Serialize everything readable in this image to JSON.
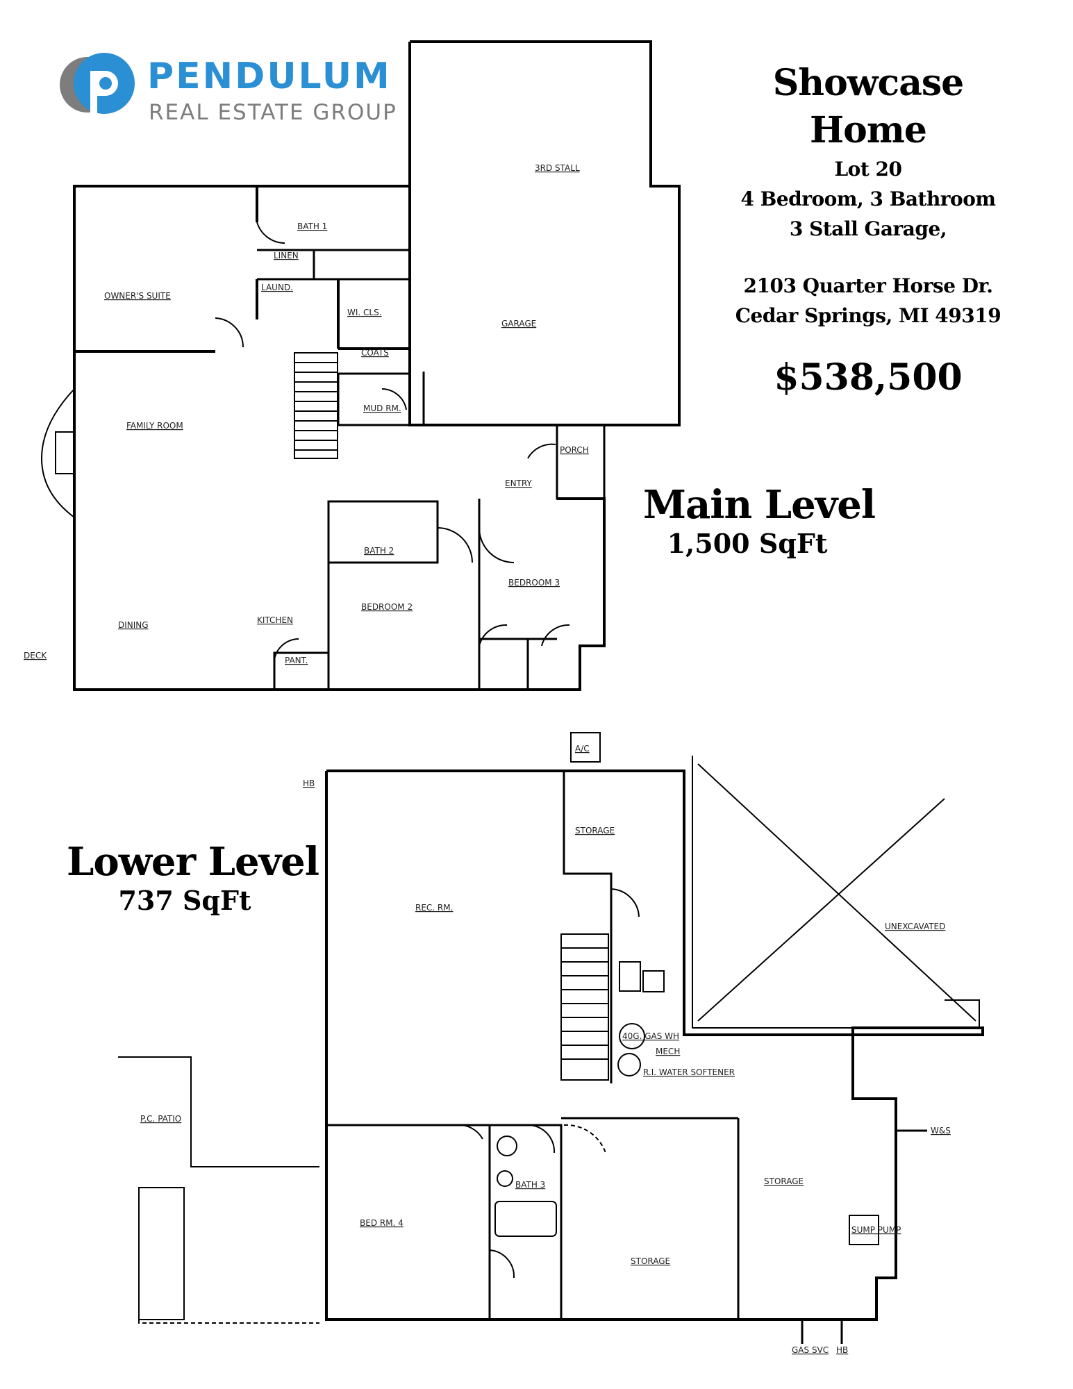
{
  "brand": {
    "name": "PENDULUM",
    "subtitle": "REAL ESTATE GROUP",
    "colors": {
      "primary": "#2b8fd3",
      "secondary": "#7d7d7d"
    }
  },
  "listing": {
    "title": "Showcase Home",
    "lot": "Lot 20",
    "rooms": "4 Bedroom, 3 Bathroom",
    "garage": "3 Stall Garage,",
    "address_line1": "2103 Quarter Horse Dr.",
    "address_line2": "Cedar Springs, MI 49319",
    "price": "$538,500"
  },
  "levels": {
    "main": {
      "name": "Main  Level",
      "sqft": "1,500 SqFt"
    },
    "lower": {
      "name": "Lower  Level",
      "sqft": "737 SqFt"
    }
  },
  "main_rooms": {
    "third_stall": "3RD STALL",
    "garage": "GARAGE",
    "bath1": "BATH 1",
    "linen": "LINEN",
    "owners_suite": "OWNER'S SUITE",
    "laund": "LAUND.",
    "wi_cls": "WI. CLS.",
    "coats": "COATS",
    "mud_rm": "MUD RM.",
    "family_room": "FAMILY ROOM",
    "porch": "PORCH",
    "entry": "ENTRY",
    "bath2": "BATH 2",
    "bedroom3": "BEDROOM 3",
    "bedroom2": "BEDROOM 2",
    "kitchen": "KITCHEN",
    "dining": "DINING",
    "pant": "PANT.",
    "deck": "DECK"
  },
  "lower_rooms": {
    "ac": "A/C",
    "hb_top": "HB",
    "storage_top": "STORAGE",
    "rec_rm": "REC. RM.",
    "unexcavated": "UNEXCAVATED",
    "mech": "MECH",
    "water_softener": "R.I. WATER SOFTENER",
    "gas_wh": "40G. GAS WH",
    "pc_patio": "P.C. PATIO",
    "bath3": "BATH 3",
    "bed_rm4": "BED RM. 4",
    "storage_mid": "STORAGE",
    "storage_right": "STORAGE",
    "sump_pump": "SUMP PUMP",
    "ws": "W&S",
    "gas_svc": "GAS SVC",
    "hb_bottom": "HB"
  }
}
